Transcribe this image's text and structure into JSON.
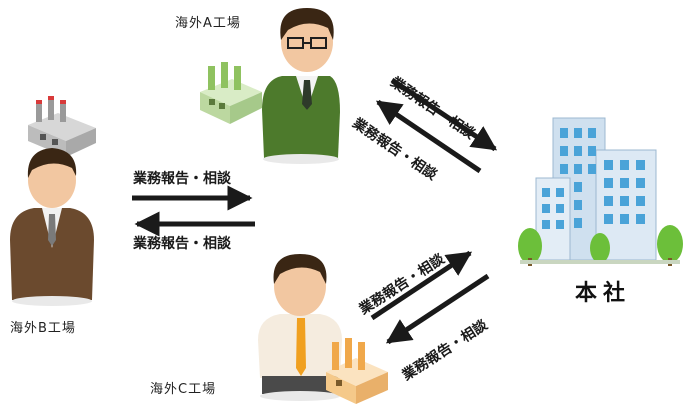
{
  "labels": {
    "factory_a": "海外A工場",
    "factory_b": "海外B工場",
    "factory_c": "海外C工場",
    "hq": "本社"
  },
  "arrow_label": "業務報告・相談",
  "colors": {
    "arrow": "#1a1a1a",
    "suit_a": "#4d7a2c",
    "suit_b": "#6b4a2e",
    "tie_c": "#f0a020",
    "building": "#cfe0ef",
    "window": "#4aa3d8",
    "tree": "#6cbf3a"
  }
}
